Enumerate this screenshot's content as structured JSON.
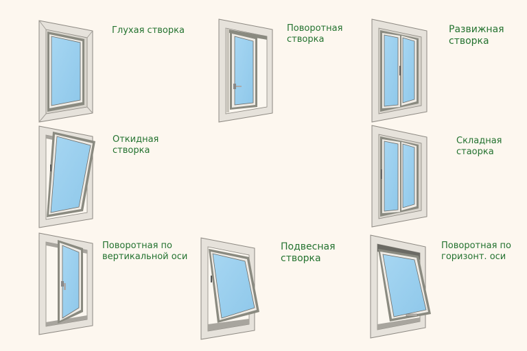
{
  "colors": {
    "background": "#fdf7ef",
    "label_text": "#23722f",
    "frame_outer": "#e4e0d9",
    "frame_edge": "#8b8780",
    "frame_inner": "#8a8a80",
    "glass": "#9fd2ef"
  },
  "diagram": {
    "title": "",
    "items": [
      {
        "id": "fixed",
        "label": "Глухая створка",
        "icon": "fixed-window-icon"
      },
      {
        "id": "turn",
        "label": "Поворотная\nстворка",
        "icon": "turn-window-icon"
      },
      {
        "id": "sliding-double",
        "label": "Развижная\nстворка",
        "icon": "double-sash-window-icon"
      },
      {
        "id": "tilt",
        "label": "Откидная\nстворка",
        "icon": "tilt-window-icon"
      },
      {
        "id": "folding",
        "label": "Складная\nстаорка",
        "icon": "folding-window-icon"
      },
      {
        "id": "vertical-pivot",
        "label": "Поворотная по\nвертикальной оси",
        "icon": "vertical-pivot-window-icon"
      },
      {
        "id": "top-hung",
        "label": "Подвесная\nстворка",
        "icon": "top-hung-window-icon"
      },
      {
        "id": "horizontal-pivot",
        "label": "Поворотная по\nгоризонт. оси",
        "icon": "horizontal-pivot-window-icon"
      }
    ]
  }
}
